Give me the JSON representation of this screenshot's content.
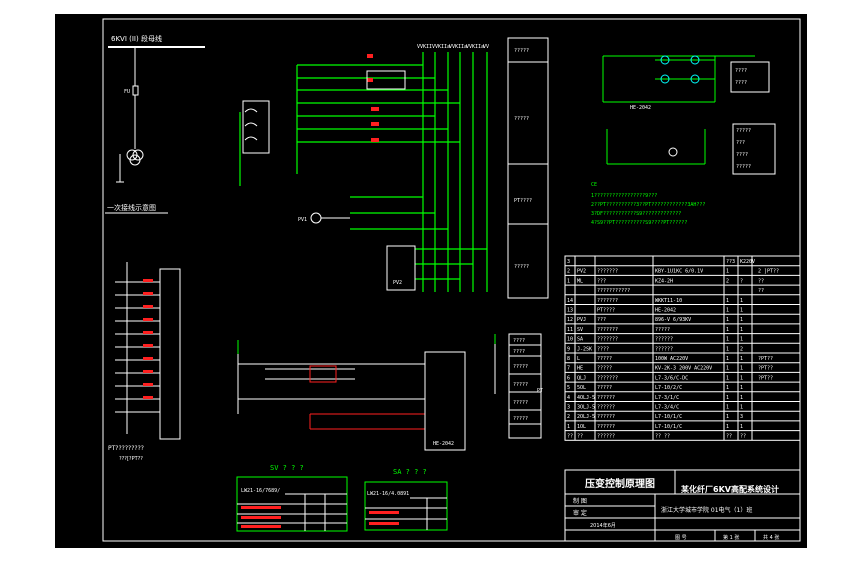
{
  "bus_title": "6KVI (II) 段母线",
  "one_line_caption": "一次接线示意图",
  "bus_tags": [
    "VVKII",
    "VVKIIa",
    "VVKIIa",
    "VVKIIa",
    "VV"
  ],
  "fu": "FU",
  "pv1": "PV1",
  "pv2": "PV2",
  "side_labels": [
    "?????",
    "?????",
    "PT????",
    "?????"
  ],
  "pt_caption": "PT?????????",
  "pt_sub": "???[?PT??",
  "small_box_labels": [
    "????",
    "????",
    "?????",
    "?????",
    "?????",
    "?????"
  ],
  "pt_box_mid": "PT",
  "right_top_labels": [
    "????",
    "????"
  ],
  "right_mid_labels": [
    "?????",
    "???",
    "????",
    "?????"
  ],
  "he_label": "HE-2042",
  "he2042_box": "HE-2042",
  "notes": {
    "heading": "CE",
    "lines": [
      "1?????????????????9???",
      "2??PT??????????3??PT????????????3AH???",
      "3?DF???????????S9?????????????",
      "4?S9??PT??????????S9????PT??????"
    ]
  },
  "equipment_table": {
    "header": [
      "3",
      "",
      "",
      "",
      "??3",
      "K220V"
    ],
    "rows": [
      [
        "2",
        "PV2",
        "???????",
        "KBY-1U1KC  6/0.1V",
        "1",
        ""
      ],
      [
        "1",
        "ML",
        "???",
        "KZ4-2H",
        "2",
        "?"
      ],
      [
        "",
        "",
        "???????????",
        "",
        "",
        ""
      ],
      [
        "14",
        "",
        "???????",
        "WKKT11-10",
        "1",
        "1"
      ],
      [
        "13",
        "",
        "PT????",
        "HE-2042",
        "1",
        "1"
      ],
      [
        "12",
        "PVJ",
        "???",
        "896-V 6/93KV",
        "1",
        "1"
      ],
      [
        "11",
        "SV",
        "???????",
        "?????",
        "1",
        "1"
      ],
      [
        "10",
        "SA",
        "???????",
        "??????",
        "1",
        "1"
      ],
      [
        "9",
        "J-2SK",
        "????",
        "??????",
        "1",
        "2"
      ],
      [
        "8",
        "L",
        "?????",
        "100W AC220V",
        "1",
        "1"
      ],
      [
        "7",
        "HE",
        "?????",
        "KV-2K-3  200V AC220V",
        "1",
        "1"
      ],
      [
        "6",
        "QLJ",
        "???????",
        "L7-3/6/C-DC",
        "1",
        "1"
      ],
      [
        "5",
        "5OL",
        "?????",
        "L7-10/2/C",
        "1",
        "1"
      ],
      [
        "4",
        "4OLJ-5",
        "??????",
        "L7-3/1/C",
        "1",
        "1"
      ],
      [
        "3",
        "3OLJ-5",
        "??????",
        "L7-3/4/C",
        "1",
        "1"
      ],
      [
        "2",
        "2OLJ-5",
        "??????",
        "L7-10/1/C",
        "1",
        "3"
      ],
      [
        "1",
        "1OL",
        "??????",
        "L7-10/1/C",
        "1",
        "1"
      ]
    ],
    "footer": [
      "??",
      "??",
      "??????",
      "??  ??",
      "??",
      "??"
    ],
    "side_notes": [
      "2 ]PT??",
      "??",
      "??",
      "",
      "",
      "",
      "",
      "",
      "",
      "?PT??",
      "?PT??",
      "?PT??",
      "",
      "",
      ""
    ]
  },
  "sv_title": "SV ? ? ?",
  "sv_model": "LW21-16/7689/",
  "sa_title": "SA ? ? ?",
  "sa_model": "LW21-16/4.0891",
  "title_block": {
    "drawing_title": "压变控制原理图",
    "project": "某化纤厂6KV高配系统设计",
    "row_design": "制 图",
    "row_check": "审 定",
    "school": "浙江大学城市学院 01电气（1）班",
    "sheet": "第 1 张",
    "total": "共 4 张",
    "date": "2014年6月",
    "sheet_no": "图 号"
  },
  "colors": {
    "bg": "#000000",
    "line": "#ffffff",
    "green": "#00ff00",
    "red": "#ff2020",
    "cyan": "#00ffff",
    "yellow": "#ffff00",
    "magenta": "#ff00ff"
  }
}
